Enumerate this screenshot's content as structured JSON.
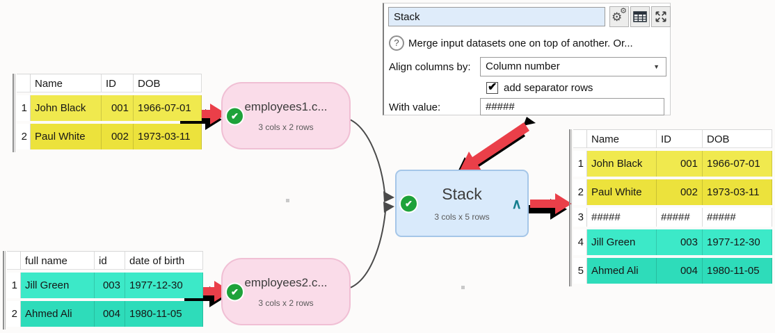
{
  "panel": {
    "name_value": "Stack",
    "help_glyph": "?",
    "help_text": "Merge input datasets one on top of another. Or...",
    "align_label": "Align columns by:",
    "align_value": "Column number",
    "dropdown_arrow": "▼",
    "separator_checkbox_glyph": "✔",
    "separator_label": "add separator rows",
    "with_value_label": "With value:",
    "with_value_value": "#####",
    "icons": {
      "settings": "⚙",
      "settings_small": "⚙"
    }
  },
  "nodes": {
    "input1": {
      "title": "employees1.c...",
      "subtitle": "3 cols x 2 rows",
      "check_glyph": "✔"
    },
    "input2": {
      "title": "employees2.c...",
      "subtitle": "3 cols x 2 rows",
      "check_glyph": "✔"
    },
    "stack": {
      "title": "Stack",
      "subtitle": "3 cols x 5 rows",
      "check_glyph": "✔",
      "collapse_glyph": "∧"
    }
  },
  "tables": {
    "input1": {
      "headers": [
        "Name",
        "ID",
        "DOB"
      ],
      "rows": [
        [
          "1",
          "John Black",
          "001",
          "1966-07-01"
        ],
        [
          "2",
          "Paul White",
          "002",
          "1973-03-11"
        ]
      ],
      "row_colors": [
        "#f0e94e",
        "#ece23c"
      ]
    },
    "input2": {
      "headers": [
        "full name",
        "id",
        "date of birth"
      ],
      "rows": [
        [
          "1",
          "Jill Green",
          "003",
          "1977-12-30"
        ],
        [
          "2",
          "Ahmed Ali",
          "004",
          "1980-11-05"
        ]
      ],
      "row_colors": [
        "#3ce9c8",
        "#2edcba"
      ]
    },
    "output": {
      "headers": [
        "Name",
        "ID",
        "DOB"
      ],
      "rows": [
        [
          "1",
          "John Black",
          "001",
          "1966-07-01"
        ],
        [
          "2",
          "Paul White",
          "002",
          "1973-03-11"
        ],
        [
          "3",
          "#####",
          "#####",
          "#####"
        ],
        [
          "4",
          "Jill Green",
          "003",
          "1977-12-30"
        ],
        [
          "5",
          "Ahmed Ali",
          "004",
          "1980-11-05"
        ]
      ],
      "row_colors": [
        "#f0e94e",
        "#ece23c",
        "#ffffff",
        "#3ce9c8",
        "#2edcba"
      ],
      "separator_row_index": 2
    }
  },
  "colors": {
    "accent_red": "#ea3f49",
    "node_pink_fill": "#fadce9",
    "node_blue_fill": "#d9eafb",
    "check_green": "#1ea23a",
    "caret_teal": "#177f8f",
    "connector_gray": "#4a4a4a"
  }
}
